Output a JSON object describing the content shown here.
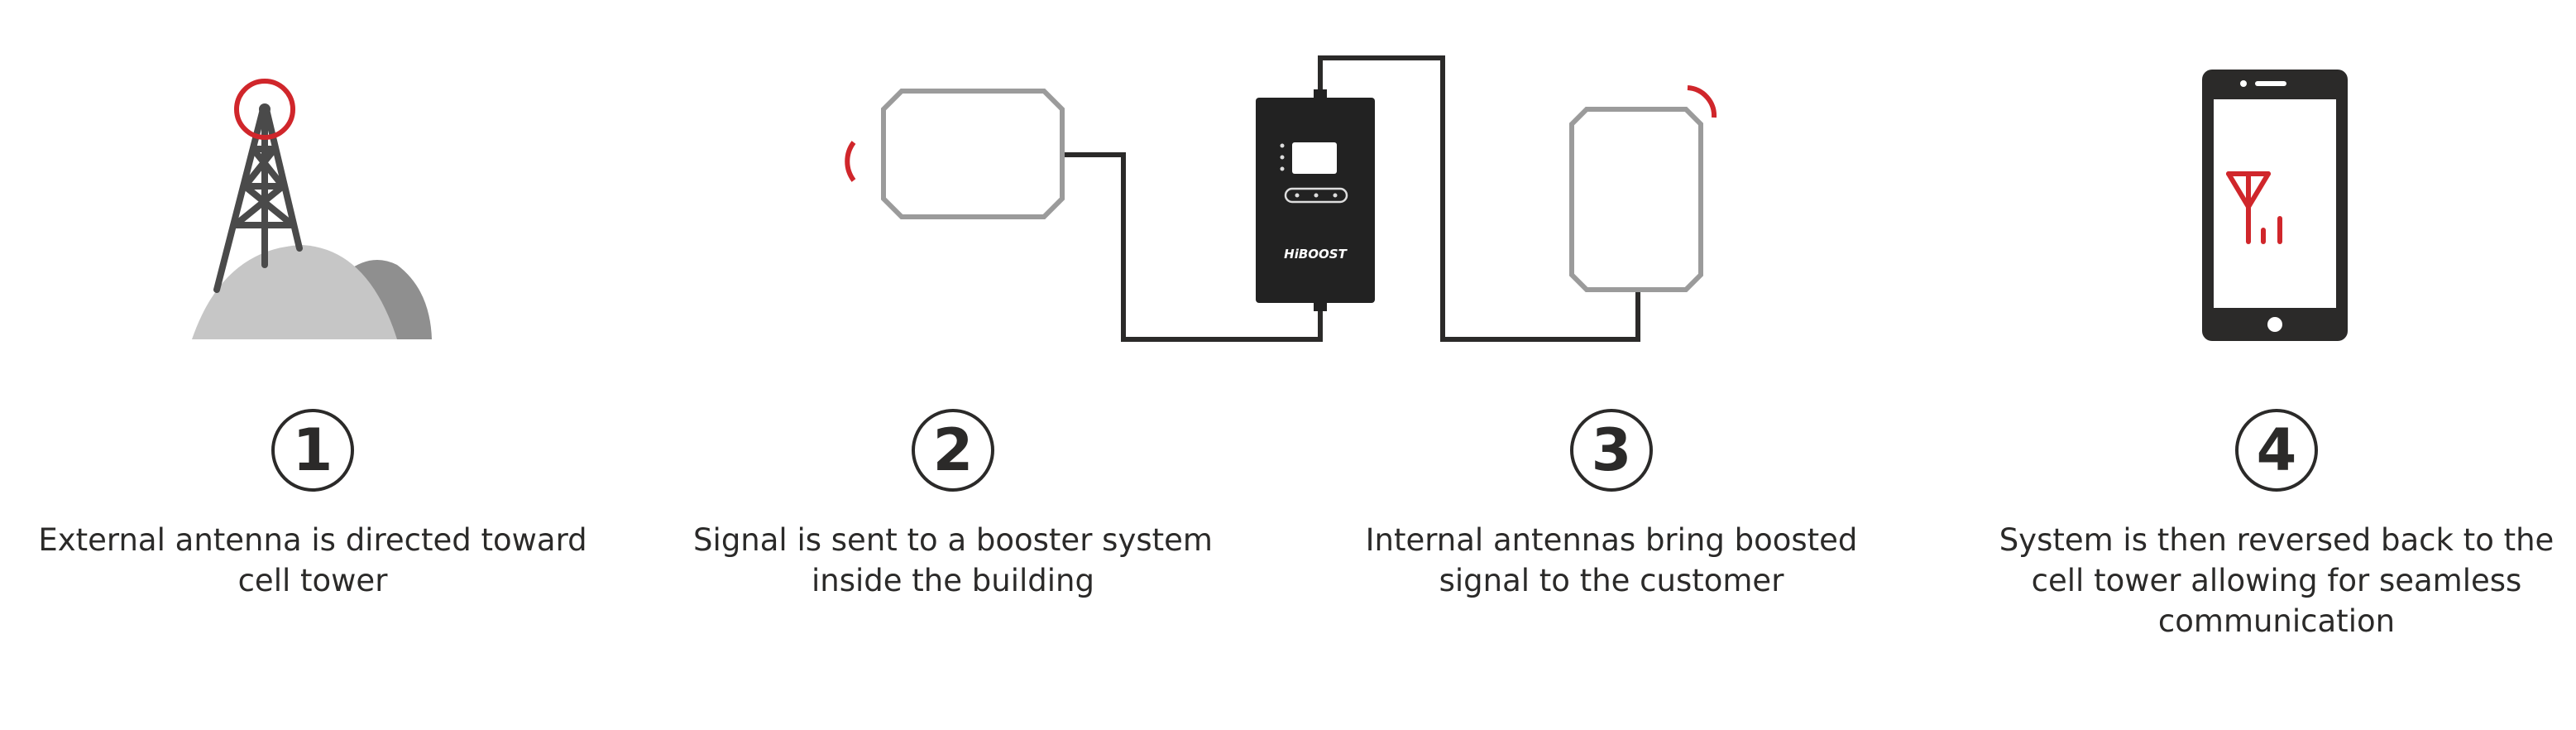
{
  "colors": {
    "ink": "#2b2a29",
    "accent_red": "#d0262b",
    "hill_light": "#c6c6c6",
    "hill_dark": "#8f8f8f",
    "antenna_outline": "#9b9b9b",
    "device_body": "#222222"
  },
  "booster": {
    "brand_label": "HiBOOST"
  },
  "steps": [
    {
      "number": "1",
      "caption": "External antenna is directed toward\ncell tower",
      "icon": "cell-tower-icon"
    },
    {
      "number": "2",
      "caption": "Signal is sent to a booster system\ninside the building",
      "icon": "booster-system-icon"
    },
    {
      "number": "3",
      "caption": "Internal antennas bring boosted\nsignal to the customer",
      "icon": "indoor-antenna-icon"
    },
    {
      "number": "4",
      "caption": "System is then reversed back to the\ncell tower allowing for seamless\ncommunication",
      "icon": "smartphone-icon"
    }
  ]
}
